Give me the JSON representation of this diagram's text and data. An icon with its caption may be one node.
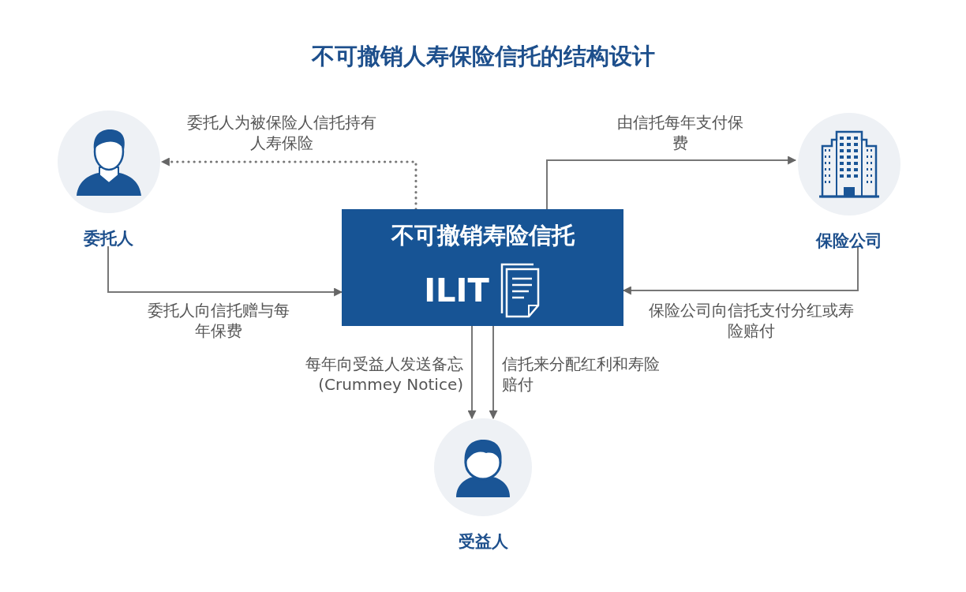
{
  "diagram": {
    "title": "不可撤销人寿保险信托的结构设计",
    "nodes": [
      {
        "text": [
          "委托人"
        ]
      },
      {
        "text": [
          "不可撤销寿险信托",
          "ILIT"
        ]
      },
      {
        "text": [
          "保险公司"
        ]
      },
      {
        "text": [
          "受益人"
        ]
      }
    ],
    "edges": [
      {
        "from": 1,
        "to": 0,
        "arrow": "to",
        "style": "dashed",
        "label": "委托人为被保险人信托持有人寿保险"
      },
      {
        "from": 0,
        "to": 1,
        "arrow": "to",
        "label": "委托人向信托赠与每年保费"
      },
      {
        "from": 1,
        "to": 2,
        "arrow": "to",
        "label": "由信托每年支付保费"
      },
      {
        "from": 2,
        "to": 1,
        "arrow": "to",
        "label": "保险公司向信托支付分红或寿险赔付"
      },
      {
        "from": 1,
        "to": 3,
        "arrow": "to",
        "label": "每年向受益人发送备忘 (Crummey Notice)"
      },
      {
        "from": 1,
        "to": 3,
        "arrow": "to",
        "label": "信托来分配红利和寿险赔付"
      }
    ]
  }
}
